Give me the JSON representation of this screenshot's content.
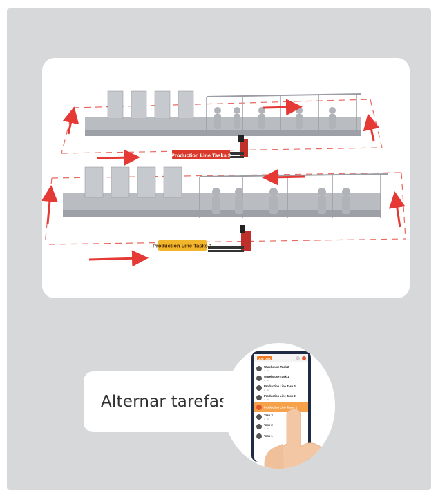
{
  "scene": {
    "label_line2": "Production Line Tasks 2",
    "label_line1": "Production Line Tasks 1",
    "colors": {
      "arrow": "#e53935",
      "label_line2_bg": "#d93a2b",
      "label_line1_bg": "#f2b62c",
      "dash": "#e8695f"
    }
  },
  "callout": {
    "text": "Alternar tarefas"
  },
  "phone": {
    "header_label": "JOB TASK",
    "tasks": [
      {
        "title": "Warehouse Task 2",
        "sub": "A · 01"
      },
      {
        "title": "Warehouse Task 1",
        "sub": "A · 01"
      },
      {
        "title": "Production Line Task 3",
        "sub": "A · 01"
      },
      {
        "title": "Production Line Task 2",
        "sub": "A · 01"
      },
      {
        "title": "Production Line Tasks 1",
        "sub": "",
        "selected": true
      },
      {
        "title": "Task 3",
        "sub": "A · 01"
      },
      {
        "title": "Task 2",
        "sub": "A · 01"
      },
      {
        "title": "Task 1",
        "sub": ""
      }
    ],
    "colors": {
      "accent": "#f07b22",
      "selected": "#f6a24a"
    }
  }
}
